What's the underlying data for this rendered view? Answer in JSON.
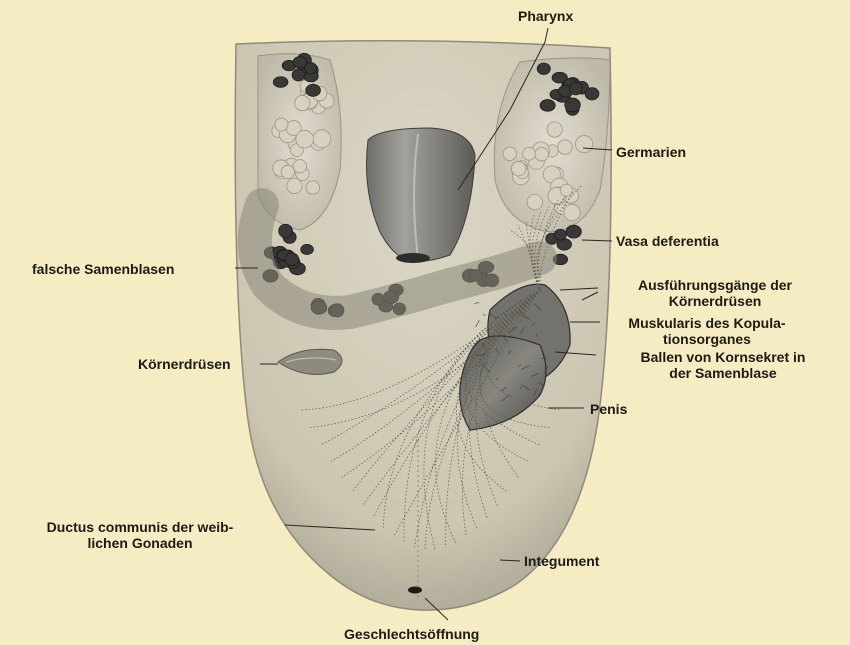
{
  "labels": {
    "pharynx": "Pharynx",
    "germarien": "Germarien",
    "vasa_deferentia": "Vasa deferentia",
    "falsche_samenblasen": "falsche Samenblasen",
    "ausfuehrungsgaenge_1": "Ausführungsgänge der",
    "ausfuehrungsgaenge_2": "Körnerdrüsen",
    "muskularis_1": "Muskularis des Kopula-",
    "muskularis_2": "tionsorganes",
    "ballen_1": "Ballen von Kornsekret in",
    "ballen_2": "der Samenblase",
    "koernerdruesen": "Körnerdrüsen",
    "penis": "Penis",
    "ductus_1": "Ductus communis der weib-",
    "ductus_2": "lichen Gonaden",
    "integument": "Integument",
    "geschlechtsoeffnung": "Geschlechtsöffnung"
  },
  "colors": {
    "background": "#f5ecc4",
    "body_fill": "#cfc9b6",
    "label_ink": "#1e1a14",
    "dark_cells": "#3a3836"
  }
}
